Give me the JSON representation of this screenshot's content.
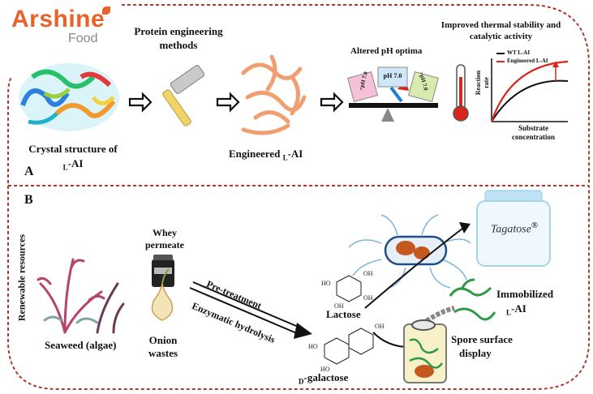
{
  "brand": {
    "name": "Arshine",
    "sub": "Food",
    "orange": "#e8622a",
    "grey": "#8a8a8a"
  },
  "panel_a": {
    "letter": "A",
    "crystal_label_1": "Crystal structure of",
    "crystal_label_2_sub": "L",
    "crystal_label_2_main": "-AI",
    "protein_eng_1": "Protein engineering",
    "protein_eng_2": "methods",
    "engineered_main": "Engineered ",
    "engineered_sub": "L",
    "engineered_tail": "-AI",
    "ph_title": "Altered pH optima",
    "ph_low": "<pH 7.0",
    "ph_mid": "pH 7.0",
    "ph_high": ">pH 7.0",
    "thermal_title_1": "Improved thermal stability and",
    "thermal_title_2": "catalytic activity",
    "legend_wt": "WT L-AI",
    "legend_eng": "Engineered L-AI",
    "ylabel_1": "Reaction",
    "ylabel_2": "rate",
    "xlabel_1": "Substrate",
    "xlabel_2": "concentration"
  },
  "panel_b": {
    "letter": "B",
    "renewable": "Renewable resources",
    "seaweed": "Seaweed (algae)",
    "whey_1": "Whey",
    "whey_2": "permeate",
    "onion_1": "Onion",
    "onion_2": "wastes",
    "pretreat": "Pre-treatment",
    "enzymatic": "Enzymatic hydrolysis",
    "lactose": "Lactose",
    "galactose_sub": "D",
    "galactose_main": "-galactose",
    "tagatose": "Tagatose",
    "immob_1": "Immobilized",
    "immob_2_sub": "L",
    "immob_2_main": "-AI",
    "spore_1": "Spore surface",
    "spore_2": "display"
  },
  "colors": {
    "border": "#b0392b",
    "protein": "#f0a070",
    "accent_red": "#d9261c",
    "blue": "#1e7fd8"
  },
  "icons": {
    "crystal": "crystal-structure-icon",
    "hammer": "hammer-icon",
    "thermometer": "thermometer-icon",
    "seaweed": "seaweed-icon",
    "whey": "whey-jar-icon",
    "onion": "onion-icon",
    "bacterium": "bacterium-icon",
    "jar": "tagatose-jar-icon",
    "spore_tube": "spore-tube-icon"
  }
}
